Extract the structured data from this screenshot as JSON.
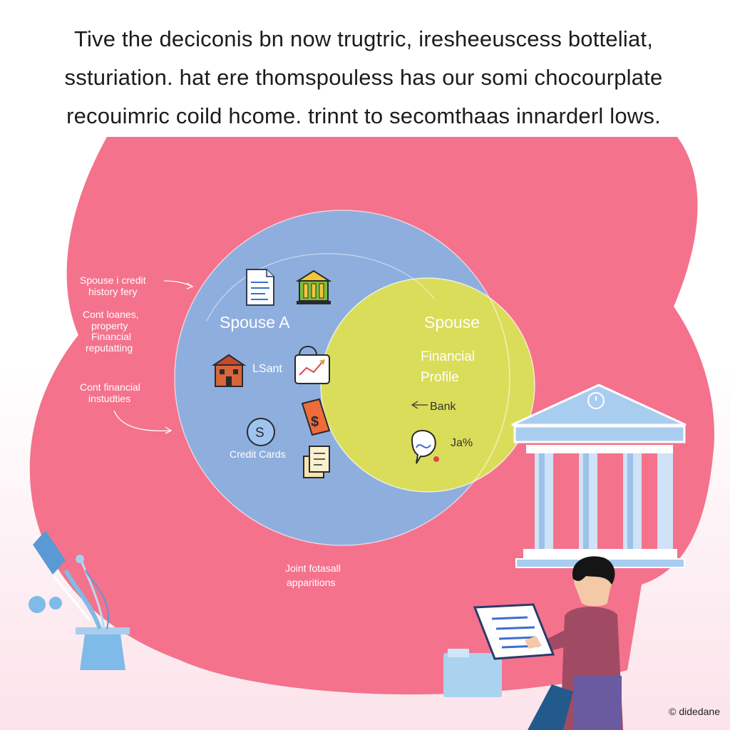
{
  "headline": {
    "line1": "Tive the deciconis bn now trugtric, iresheeuscess botteliat,",
    "line2": "ssturiation. hat ere thomspouless has our somi chocourplate",
    "line3": "recouimric coild hcome. trinnt to secomthaas innarderl lows."
  },
  "venn": {
    "spouse_a": "Spouse A",
    "spouse_b": "Spouse",
    "financial_line1": "Financial",
    "financial_line2": "Profile",
    "lsant": "LSant",
    "credit_cards": "Credit Cards",
    "bank": "Bank",
    "ja_percent": "Ja%"
  },
  "callouts": {
    "credit_history_line1": "Spouse i credit",
    "credit_history_line2": "history fery",
    "loans_line1": "Cont loanes,",
    "loans_line2": "property",
    "loans_line3": "Financial",
    "loans_line4": "reputatting",
    "institutions_line1": "Cont financial",
    "institutions_line2": "instudties",
    "joint_line1": "Joint fotasall",
    "joint_line2": "apparitions"
  },
  "icons": {
    "clock": "$",
    "coin": "S"
  },
  "credit_mark": "© didedane",
  "colors": {
    "blob": "#f4728c",
    "spouse_a_circle": "#8eaede",
    "spouse_b_circle": "#dadd59",
    "bank_building": "#a9cdef",
    "shirt": "#a14a63"
  }
}
